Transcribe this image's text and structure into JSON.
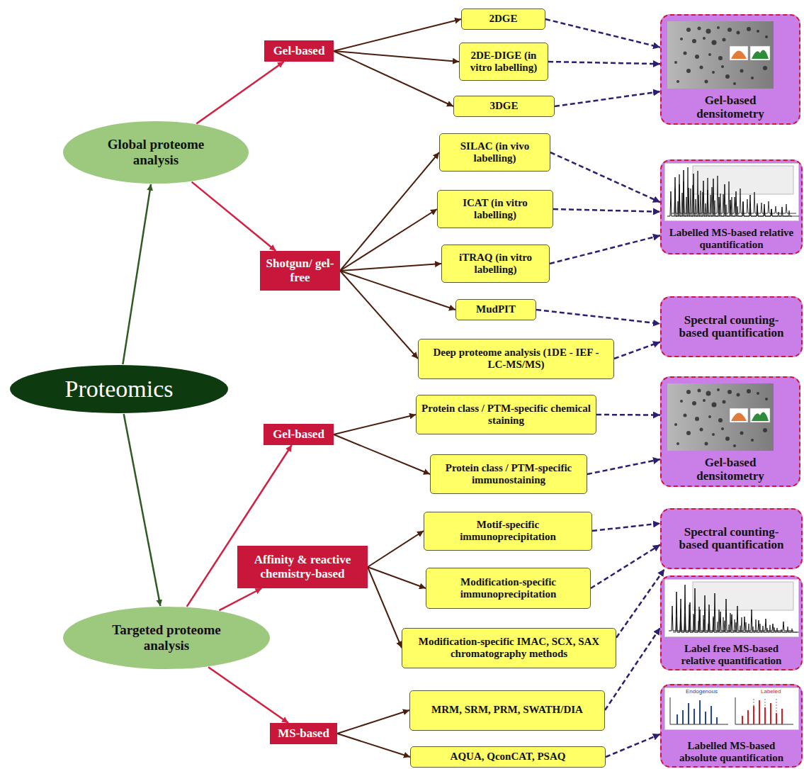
{
  "diagram": {
    "nodes": [
      {
        "text": [
          "Proteomics"
        ]
      },
      {
        "text": [
          "Global proteome analysis"
        ]
      },
      {
        "text": [
          "Gel-based"
        ]
      },
      {
        "text": [
          "2DGE"
        ]
      },
      {
        "text": [
          "2DE-DIGE (in vitro labelling)"
        ]
      },
      {
        "text": [
          "3DGE"
        ]
      },
      {
        "text": [
          "Gel-based densitometry"
        ]
      },
      {
        "text": [
          "Shotgun/ gel-free"
        ]
      },
      {
        "text": [
          "SILAC (in vivo labelling)"
        ]
      },
      {
        "text": [
          "ICAT (in vitro labelling)"
        ]
      },
      {
        "text": [
          "iTRAQ (in vitro labelling)"
        ]
      },
      {
        "text": [
          "Labelled MS-based relative quantification"
        ]
      },
      {
        "text": [
          "MudPIT"
        ]
      },
      {
        "text": [
          "Deep proteome analysis (1DE - IEF - LC-MS/MS)"
        ]
      },
      {
        "text": [
          "Spectral counting-based quantification"
        ]
      },
      {
        "text": [
          "Targeted proteome analysis"
        ]
      },
      {
        "text": [
          "Gel-based"
        ]
      },
      {
        "text": [
          "Protein class / PTM-specific chemical staining"
        ]
      },
      {
        "text": [
          "Protein class / PTM-specific immunostaining"
        ]
      },
      {
        "text": [
          "Gel-based densitometry"
        ]
      },
      {
        "text": [
          "Affinity & reactive chemistry-based"
        ]
      },
      {
        "text": [
          "Motif-specific immunoprecipitation"
        ]
      },
      {
        "text": [
          "Modification-specific immunoprecipitation"
        ]
      },
      {
        "text": [
          "Modification-specific IMAC, SCX, SAX chromatography methods"
        ]
      },
      {
        "text": [
          "Spectral counting-based quantification"
        ]
      },
      {
        "text": [
          "MS-based"
        ]
      },
      {
        "text": [
          "MRM, SRM, PRM, SWATH/DIA"
        ]
      },
      {
        "text": [
          "Label free MS-based relative quantification"
        ]
      },
      {
        "text": [
          "AQUA, QconCAT, PSAQ"
        ]
      },
      {
        "text": [
          "Labelled MS-based absolute quantification"
        ]
      }
    ],
    "edges": [
      {
        "from": 0,
        "to": 1,
        "arrow": "to"
      },
      {
        "from": 0,
        "to": 15,
        "arrow": "to"
      },
      {
        "from": 1,
        "to": 2,
        "arrow": "to"
      },
      {
        "from": 1,
        "to": 7,
        "arrow": "to"
      },
      {
        "from": 2,
        "to": 3,
        "arrow": "to"
      },
      {
        "from": 2,
        "to": 4,
        "arrow": "to"
      },
      {
        "from": 2,
        "to": 5,
        "arrow": "to"
      },
      {
        "from": 3,
        "to": 6,
        "arrow": "to"
      },
      {
        "from": 4,
        "to": 6,
        "arrow": "to"
      },
      {
        "from": 5,
        "to": 6,
        "arrow": "to"
      },
      {
        "from": 7,
        "to": 8,
        "arrow": "to"
      },
      {
        "from": 7,
        "to": 9,
        "arrow": "to"
      },
      {
        "from": 7,
        "to": 10,
        "arrow": "to"
      },
      {
        "from": 7,
        "to": 12,
        "arrow": "to"
      },
      {
        "from": 7,
        "to": 13,
        "arrow": "to"
      },
      {
        "from": 8,
        "to": 11,
        "arrow": "to"
      },
      {
        "from": 9,
        "to": 11,
        "arrow": "to"
      },
      {
        "from": 10,
        "to": 11,
        "arrow": "to"
      },
      {
        "from": 12,
        "to": 14,
        "arrow": "to"
      },
      {
        "from": 13,
        "to": 14,
        "arrow": "to"
      },
      {
        "from": 15,
        "to": 16,
        "arrow": "to"
      },
      {
        "from": 15,
        "to": 20,
        "arrow": "to"
      },
      {
        "from": 15,
        "to": 25,
        "arrow": "to"
      },
      {
        "from": 16,
        "to": 17,
        "arrow": "to"
      },
      {
        "from": 16,
        "to": 18,
        "arrow": "to"
      },
      {
        "from": 17,
        "to": 19,
        "arrow": "to"
      },
      {
        "from": 18,
        "to": 19,
        "arrow": "to"
      },
      {
        "from": 20,
        "to": 21,
        "arrow": "to"
      },
      {
        "from": 20,
        "to": 22,
        "arrow": "to"
      },
      {
        "from": 20,
        "to": 23,
        "arrow": "to"
      },
      {
        "from": 21,
        "to": 24,
        "arrow": "to"
      },
      {
        "from": 22,
        "to": 24,
        "arrow": "to"
      },
      {
        "from": 23,
        "to": 24,
        "arrow": "to"
      },
      {
        "from": 25,
        "to": 26,
        "arrow": "to"
      },
      {
        "from": 25,
        "to": 28,
        "arrow": "to"
      },
      {
        "from": 26,
        "to": 27,
        "arrow": "to"
      },
      {
        "from": 28,
        "to": 29,
        "arrow": "to"
      }
    ],
    "labels": [
      "Endogenous",
      "Labeled"
    ]
  }
}
